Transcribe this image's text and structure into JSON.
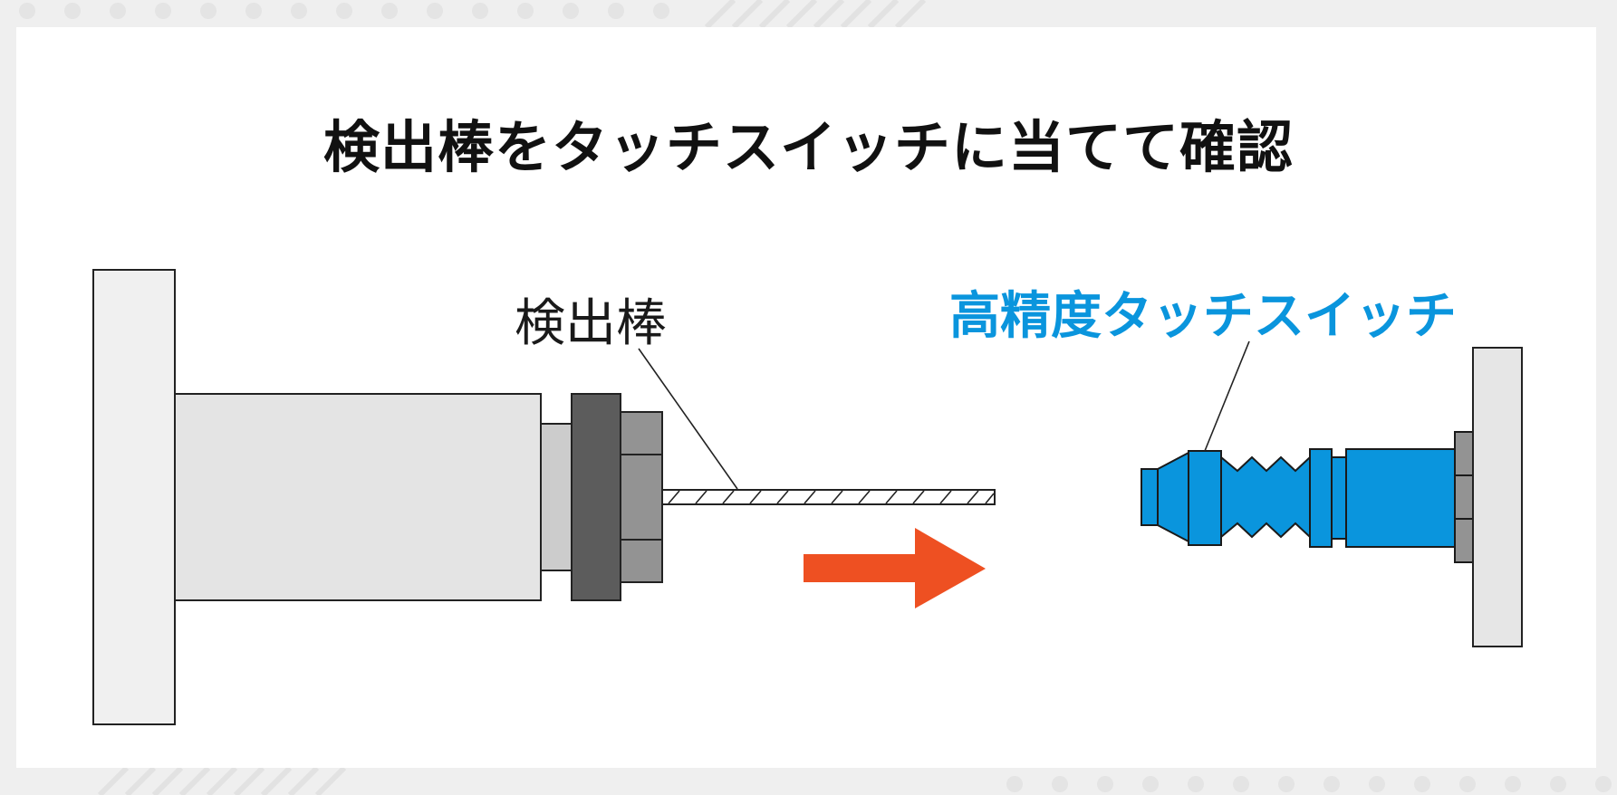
{
  "title": "検出棒をタッチスイッチに当てて確認",
  "labels": {
    "detection_rod": "検出棒",
    "touch_switch": "高精度タッチスイッチ"
  },
  "colors": {
    "switch_blue": "#0a95dd",
    "arrow_orange": "#ee5022",
    "title_text": "#111111"
  },
  "icons": {
    "motion_arrow": "right-arrow-icon"
  }
}
